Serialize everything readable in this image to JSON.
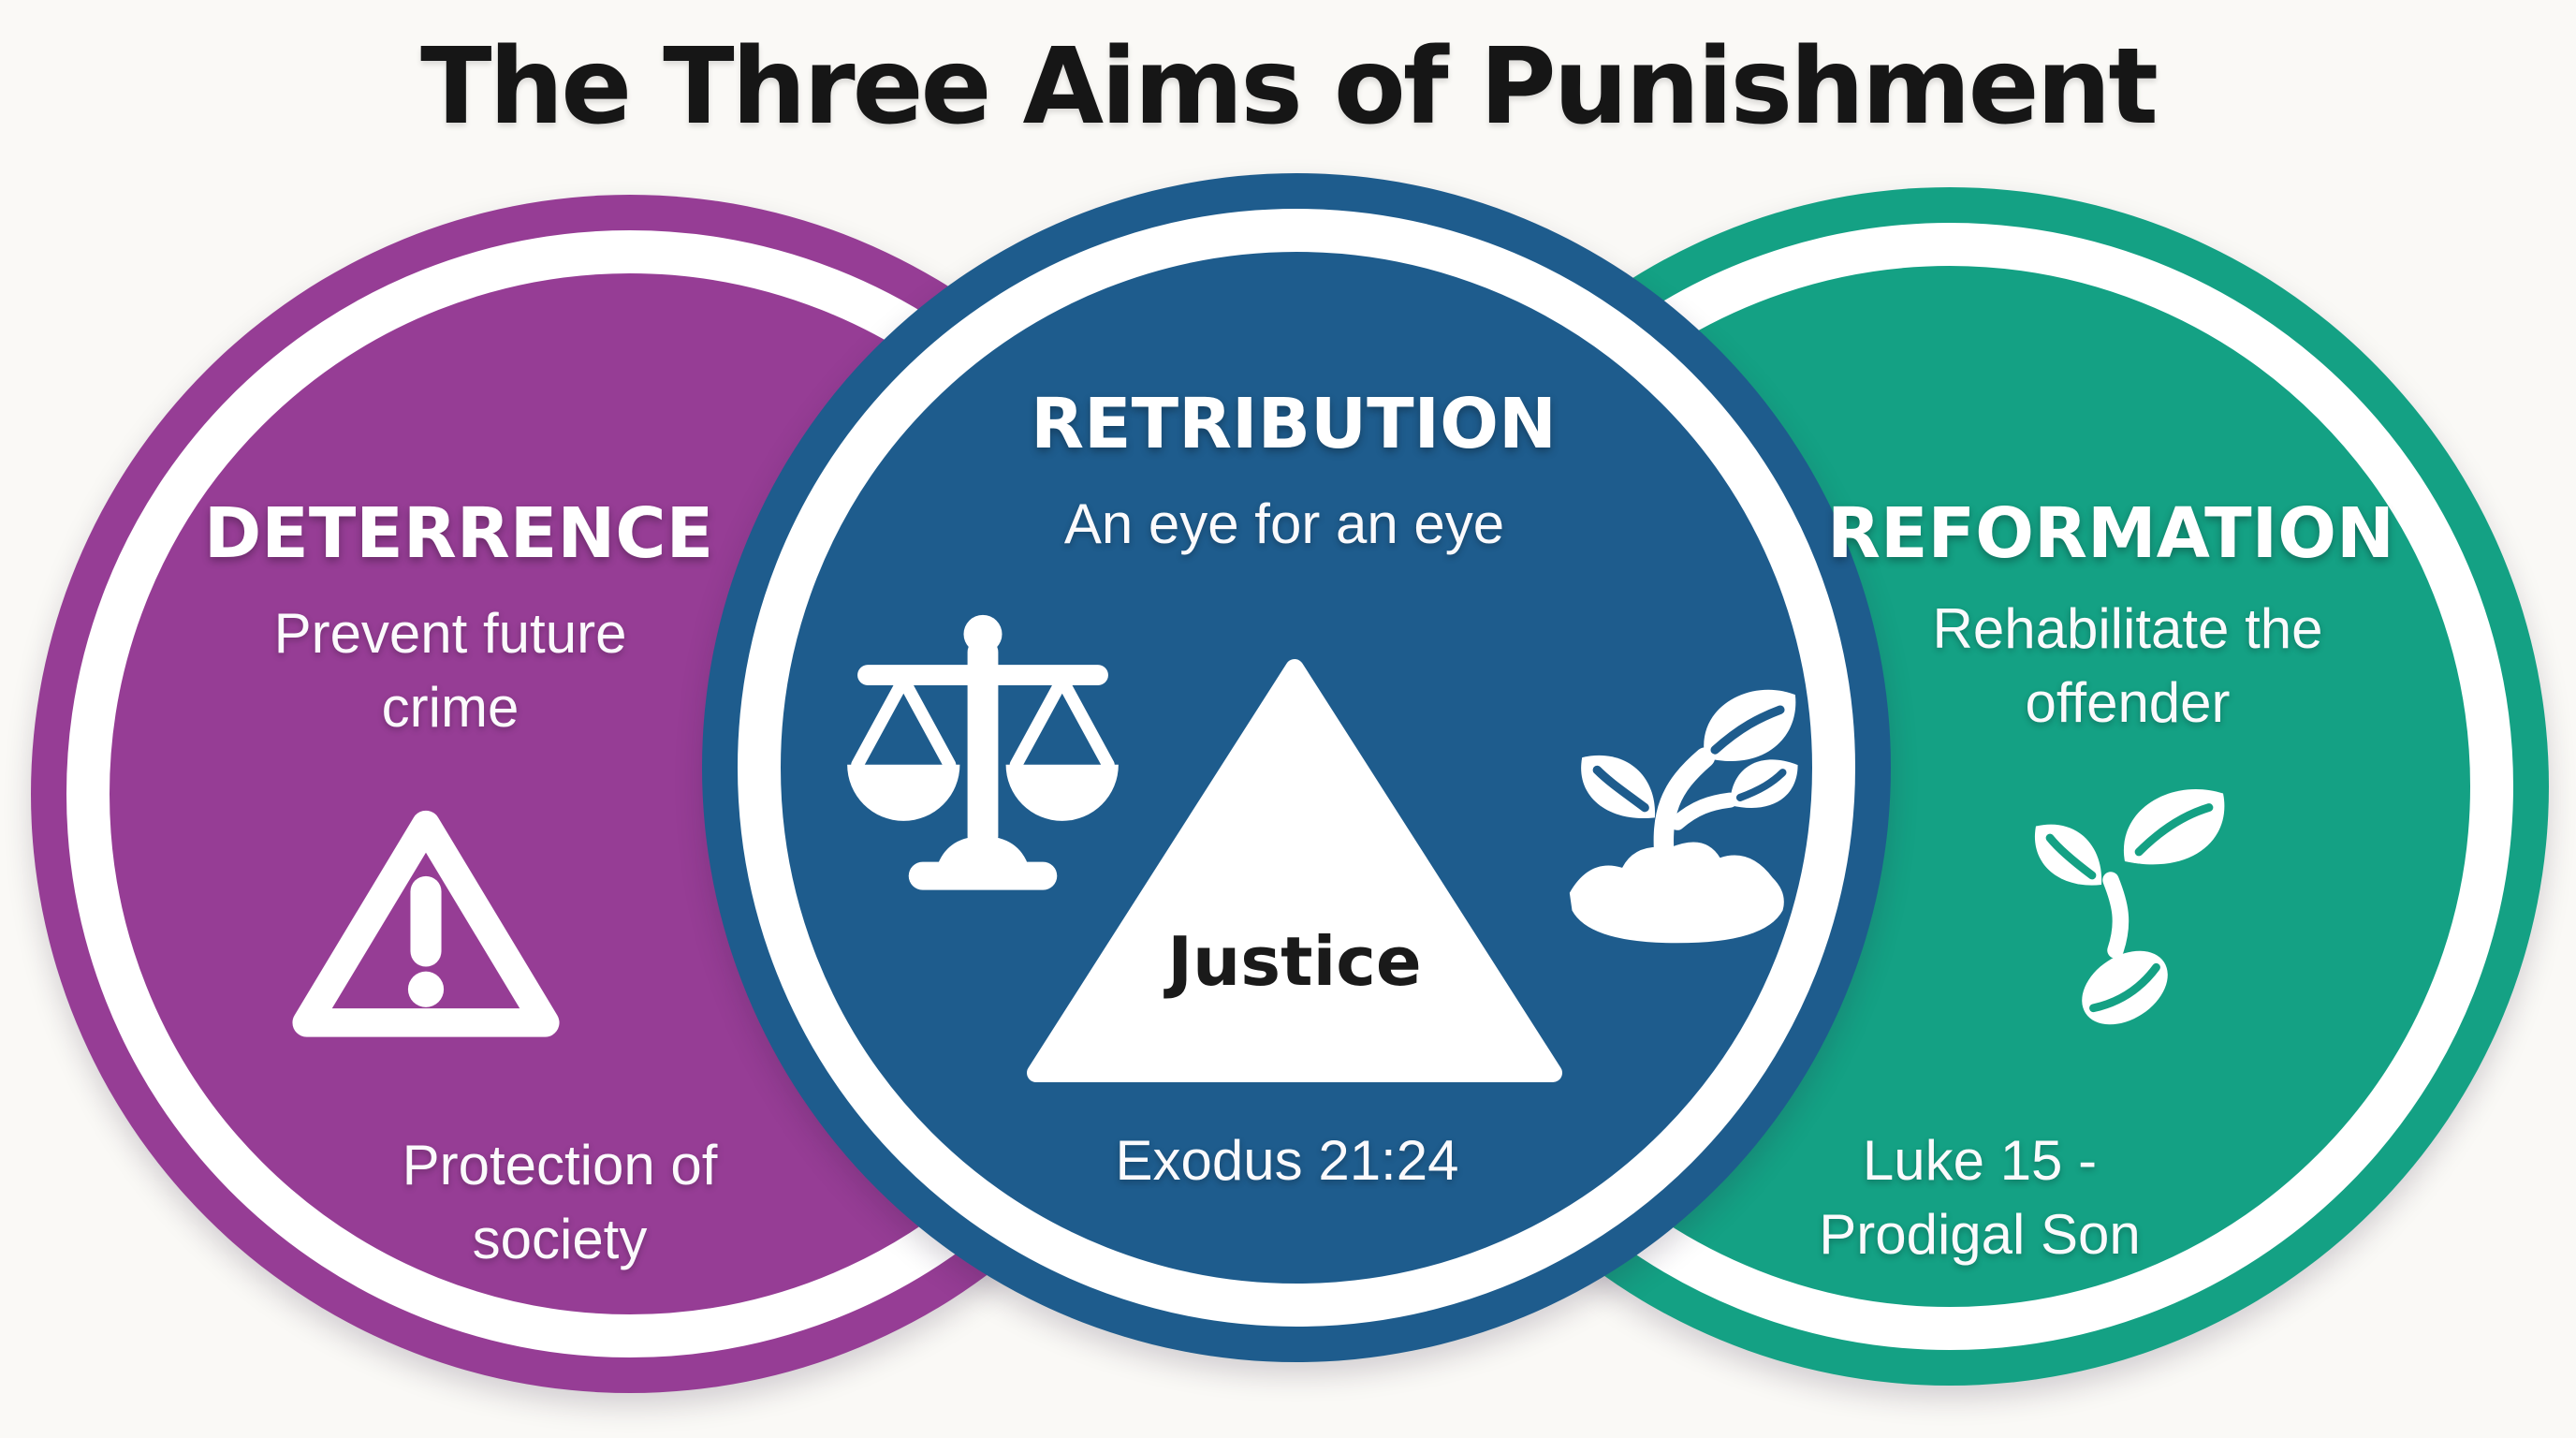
{
  "title": "The Three Aims of Punishment",
  "colors": {
    "background": "#faf9f6",
    "purple": "#963d95",
    "blue": "#1e5c8d",
    "green": "#14a184",
    "ring": "#ffffff",
    "title_text": "#161616",
    "justice_text": "#1a1a1a"
  },
  "deterrence": {
    "heading": "DETERRENCE",
    "subtitle_line1": "Prevent future",
    "subtitle_line2": "crime",
    "icon": "warning-triangle-icon",
    "footer_line1": "Protection of",
    "footer_line2": "society"
  },
  "retribution": {
    "heading": "RETRIBUTION",
    "subtitle": "An eye for an eye",
    "icons": [
      "scales-of-justice-icon",
      "seedling-icon"
    ],
    "center_label": "Justice",
    "footer": "Exodus 21:24"
  },
  "reformation": {
    "heading": "REFORMATION",
    "subtitle_line1": "Rehabilitate the",
    "subtitle_line2": "offender",
    "icon": "sprout-icon",
    "footer_line1": "Luke 15 -",
    "footer_line2": "Prodigal Son"
  }
}
